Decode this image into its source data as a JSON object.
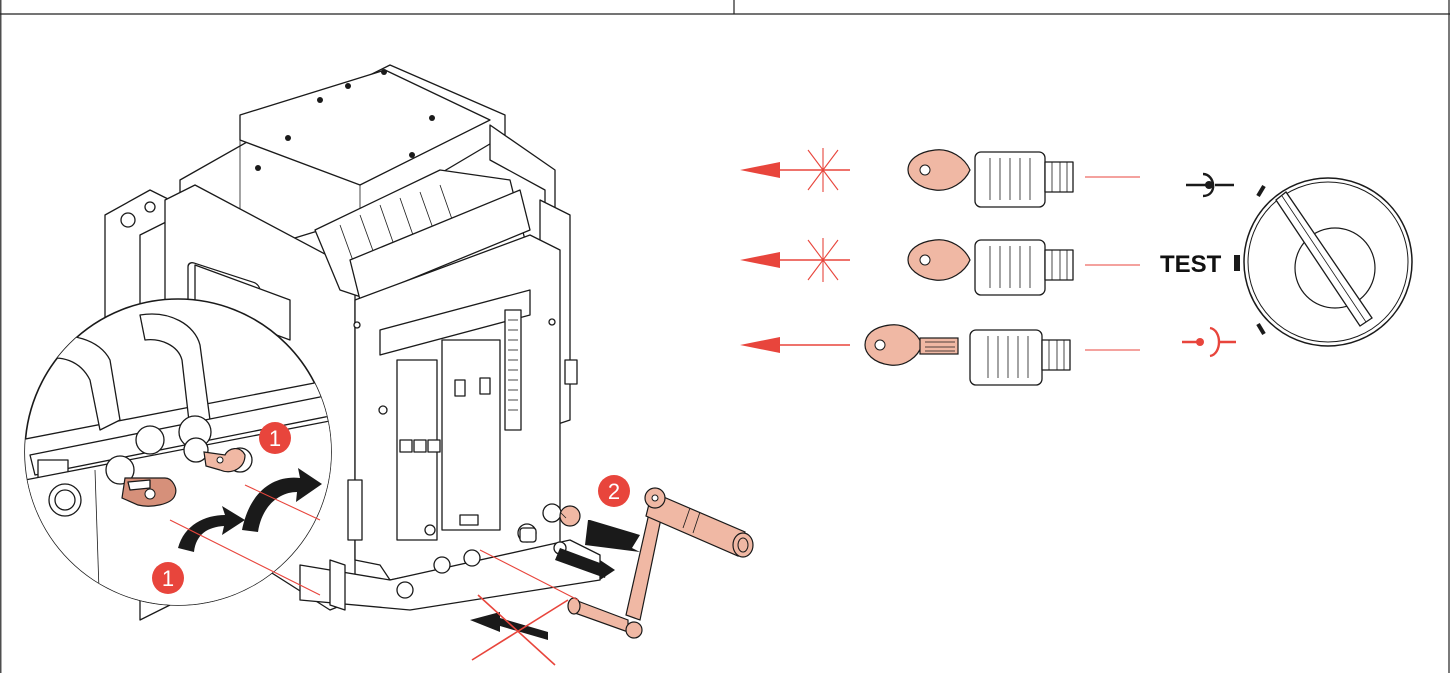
{
  "labels": {
    "test": "TEST",
    "step_1": "1",
    "step_2": "2"
  },
  "colors": {
    "accent_red": "#e8453c",
    "copper": "#f0b8a4",
    "ink": "#1a1a1a"
  },
  "icons": {
    "rows": [
      "blocked-arrow-row",
      "blocked-arrow-row",
      "free-arrow-row"
    ],
    "symbols": [
      "connected-symbol-icon",
      "test-marker",
      "disconnected-symbol-icon"
    ]
  }
}
